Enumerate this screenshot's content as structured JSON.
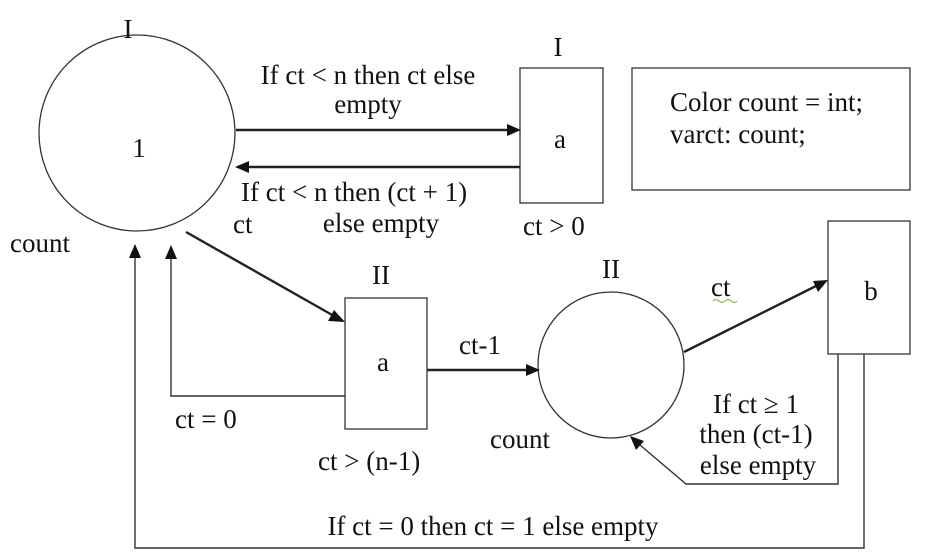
{
  "places": {
    "p1": {
      "name": "I",
      "token": "1",
      "color": "count"
    },
    "p2": {
      "name": "II",
      "color": "count"
    }
  },
  "transitions": {
    "t1": {
      "name": "I",
      "label": "a",
      "guard": "ct > 0"
    },
    "t2": {
      "name": "II",
      "label": "a",
      "guard": "ct > (n-1)"
    },
    "t3": {
      "label": "b"
    }
  },
  "declarations": {
    "line1": "Color count = int;",
    "line2": "varct: count;"
  },
  "arcs": {
    "p1_to_t1": {
      "line1": "If ct < n then ct else",
      "line2": "empty"
    },
    "t1_to_p1": {
      "line1": "If ct < n then (ct + 1)",
      "line2": "else empty"
    },
    "p1_to_t2": {
      "label": "ct"
    },
    "t2_to_p1": {
      "label": "ct = 0"
    },
    "t2_to_p2": {
      "label": "ct-1"
    },
    "p2_to_t3": {
      "label": "ct"
    },
    "t3_to_p2": {
      "line1": "If ct ≥ 1",
      "line2": "then (ct-1)",
      "line3": "else empty"
    },
    "t3_to_p1": {
      "label": "If ct = 0 then ct = 1 else empty"
    }
  }
}
